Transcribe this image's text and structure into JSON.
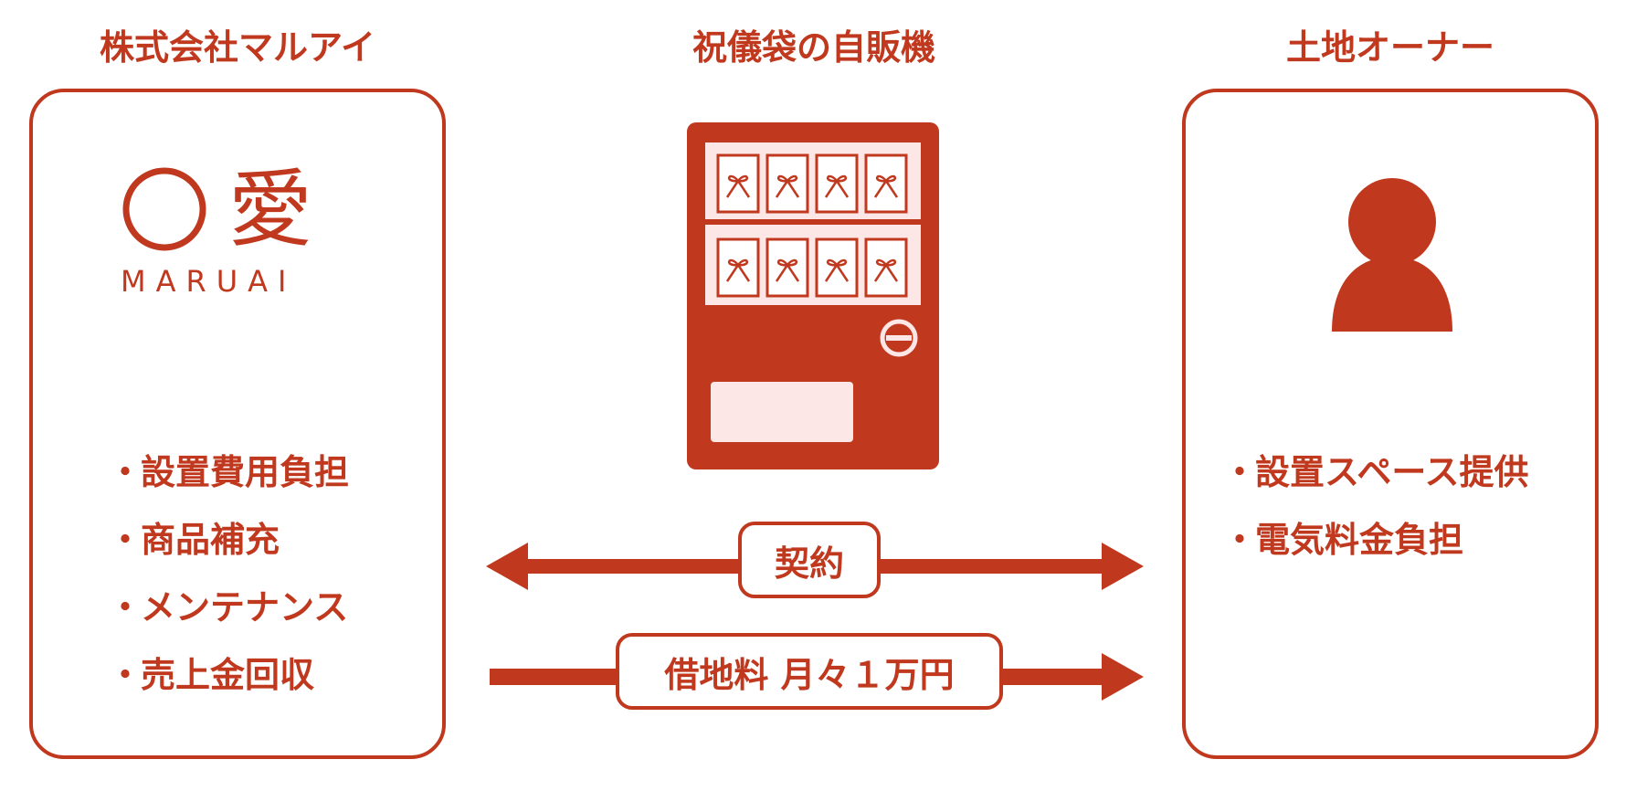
{
  "columns": {
    "left_title": "株式会社マルアイ",
    "center_title": "祝儀袋の自販機",
    "right_title": "土地オーナー"
  },
  "logo": {
    "kanji": "愛",
    "wordmark": "MARUAI"
  },
  "left_panel": {
    "bullet_marker": "・",
    "items": [
      "設置費用負担",
      "商品補充",
      "メンテナンス",
      "売上金回収"
    ]
  },
  "right_panel": {
    "bullet_marker": "・",
    "items": [
      "設置スペース提供",
      "電気料金負担"
    ]
  },
  "relations": {
    "contract_label": "契約",
    "rent_label": "借地料 月々１万円"
  },
  "colors": {
    "accent": "#c0391f",
    "light": "#fde6e6",
    "background": "#ffffff"
  },
  "icons": {
    "vending_machine": "vending-machine-icon",
    "person": "person-icon",
    "coin_slot": "coin-slot-icon",
    "envelope": "gift-envelope-icon"
  }
}
